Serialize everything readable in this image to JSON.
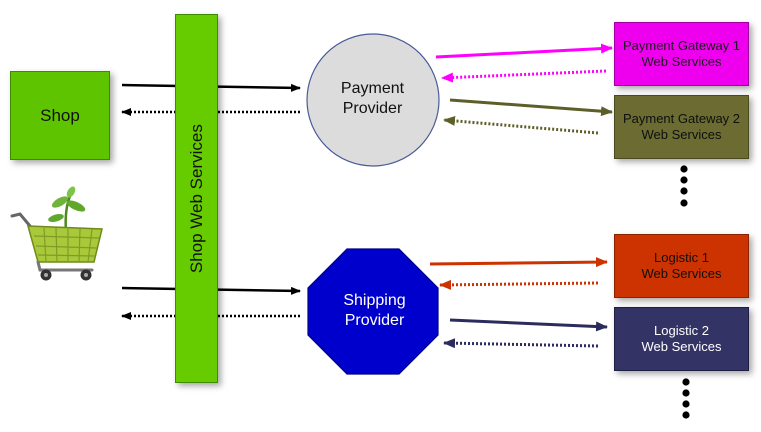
{
  "shop": {
    "label": "Shop"
  },
  "shop_web_services": {
    "label": "Shop Web Services"
  },
  "payment_provider": {
    "label": "Payment\nProvider"
  },
  "shipping_provider": {
    "label": "Shipping\nProvider"
  },
  "payment_gateways": [
    {
      "label": "Payment Gateway 1\nWeb Services"
    },
    {
      "label": "Payment Gateway 2\nWeb Services"
    }
  ],
  "logistics": [
    {
      "label": "Logistic 1\nWeb Services"
    },
    {
      "label": "Logistic 2\nWeb Services"
    }
  ],
  "colors": {
    "shop": "#5fc400",
    "shop_web_services": "#66cc00",
    "payment_provider": "#dcdcdc",
    "shipping_provider": "#0000cc",
    "payment_gateway_1": "#ee00ee",
    "payment_gateway_2": "#6b6b32",
    "logistic_1": "#cc3300",
    "logistic_2": "#333366"
  },
  "icons": [
    "shopping-cart-icon",
    "vertical-ellipsis-icon"
  ]
}
